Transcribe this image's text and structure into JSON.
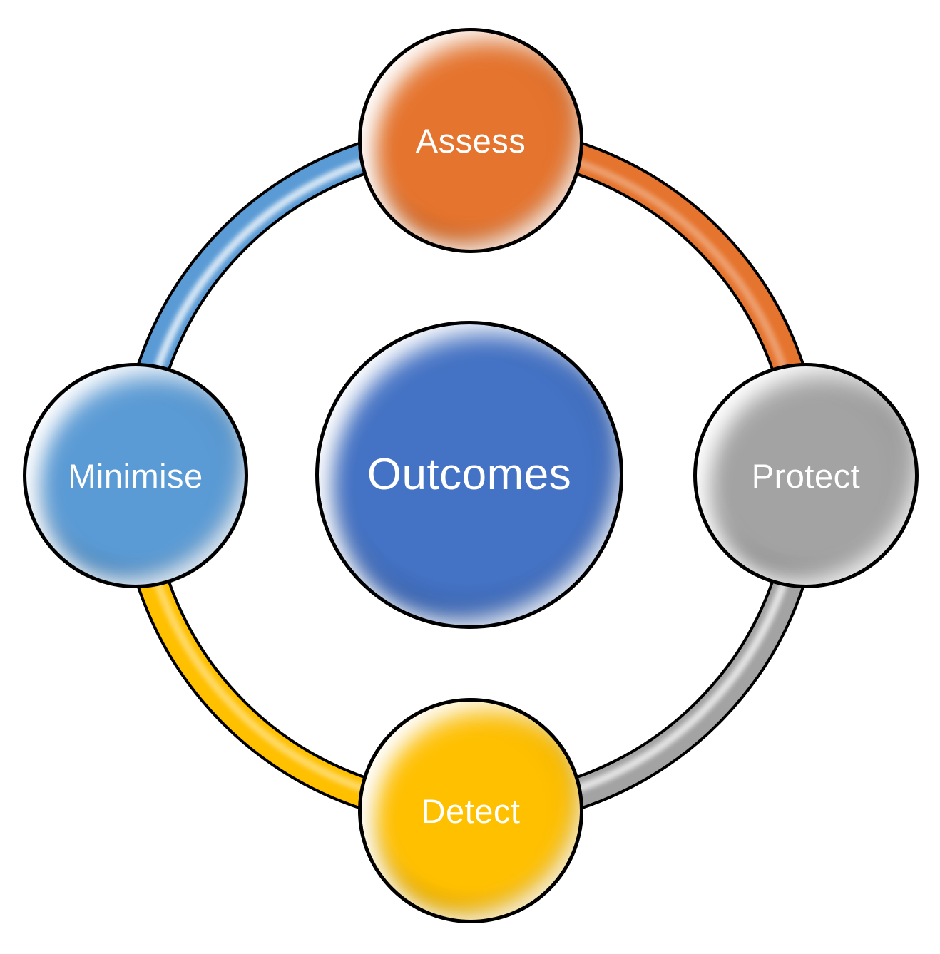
{
  "diagram": {
    "type": "cycle",
    "background_color": "#ffffff",
    "outline_color": "#000000",
    "label_text_color": "#ffffff",
    "center": {
      "label": "Outcomes",
      "color": "#4472C4"
    },
    "nodes": [
      {
        "id": "assess",
        "label": "Assess",
        "color": "#E5742E",
        "position": "top"
      },
      {
        "id": "protect",
        "label": "Protect",
        "color": "#A3A3A3",
        "position": "right"
      },
      {
        "id": "detect",
        "label": "Detect",
        "color": "#FFC000",
        "position": "bottom"
      },
      {
        "id": "minimise",
        "label": "Minimise",
        "color": "#5B9BD5",
        "position": "left"
      }
    ],
    "arcs": [
      {
        "id": "arc-minimise-assess",
        "from": "minimise",
        "to": "assess",
        "color": "#5B9BD5"
      },
      {
        "id": "arc-assess-protect",
        "from": "assess",
        "to": "protect",
        "color": "#E5742E"
      },
      {
        "id": "arc-protect-detect",
        "from": "protect",
        "to": "detect",
        "color": "#A3A3A3"
      },
      {
        "id": "arc-detect-minimise",
        "from": "detect",
        "to": "minimise",
        "color": "#FFC000"
      }
    ]
  }
}
